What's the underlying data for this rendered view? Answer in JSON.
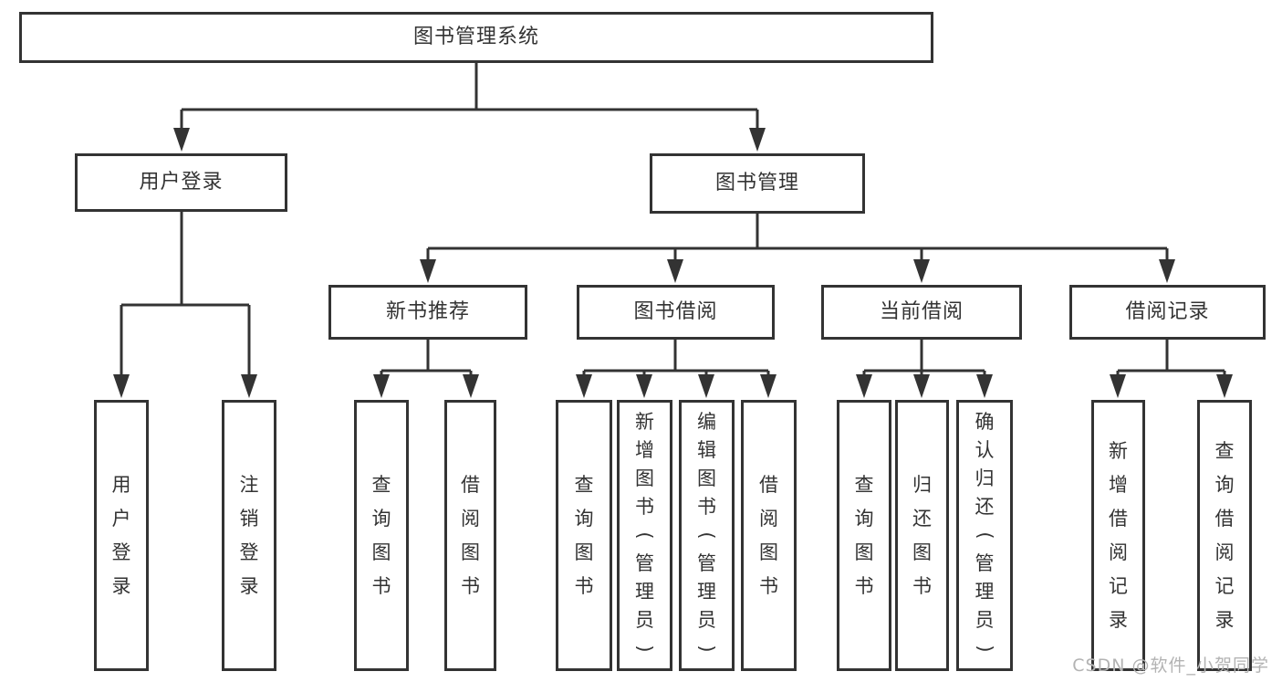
{
  "tree": {
    "root": {
      "label": "图书管理系统"
    },
    "user_login_branch": {
      "label": "用户登录",
      "children": {
        "login": {
          "label": "用户登录"
        },
        "logout": {
          "label": "注销登录"
        }
      }
    },
    "book_management_branch": {
      "label": "图书管理",
      "groups": {
        "new_book_recommend": {
          "label": "新书推荐",
          "children": {
            "query_books": {
              "label": "查询图书"
            },
            "borrow_books": {
              "label": "借阅图书"
            }
          }
        },
        "book_borrowing": {
          "label": "图书借阅",
          "children": {
            "query_books": {
              "label": "查询图书"
            },
            "add_books": {
              "label": "新增图书（管理员）"
            },
            "edit_books": {
              "label": "编辑图书（管理员）"
            },
            "borrow_books": {
              "label": "借阅图书"
            }
          }
        },
        "current_borrowing": {
          "label": "当前借阅",
          "children": {
            "query_books": {
              "label": "查询图书"
            },
            "return_books": {
              "label": "归还图书"
            },
            "confirm_return": {
              "label": "确认归还（管理员）"
            }
          }
        },
        "borrowing_records": {
          "label": "借阅记录",
          "children": {
            "add_record": {
              "label": "新增借阅记录"
            },
            "query_record": {
              "label": "查询借阅记录"
            }
          }
        }
      }
    }
  },
  "watermark": {
    "text": "CSDN @软件_小贺同学"
  },
  "colors": {
    "line": "#333333",
    "text": "#333333",
    "node_background": "#ffffff",
    "watermark": "#b3b3b3",
    "page_background": "#ffffff"
  }
}
